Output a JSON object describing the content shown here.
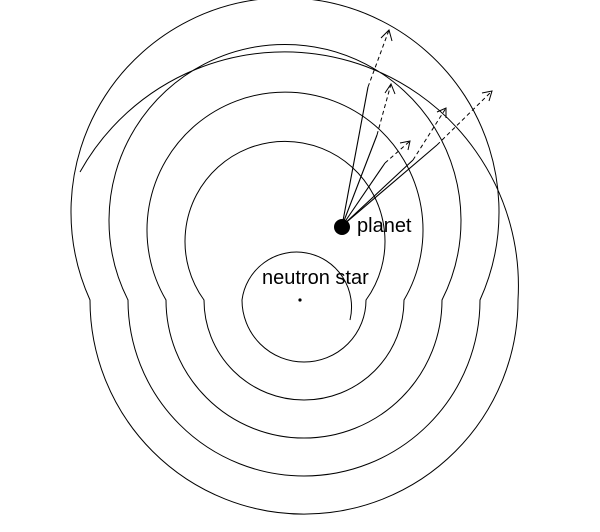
{
  "labels": {
    "planet": "planet",
    "neutron_star": "neutron star"
  },
  "colors": {
    "stroke": "#000000",
    "background": "#ffffff"
  },
  "figure": {
    "emission_ray_count": 5,
    "spiral_turns_visible": 5
  }
}
